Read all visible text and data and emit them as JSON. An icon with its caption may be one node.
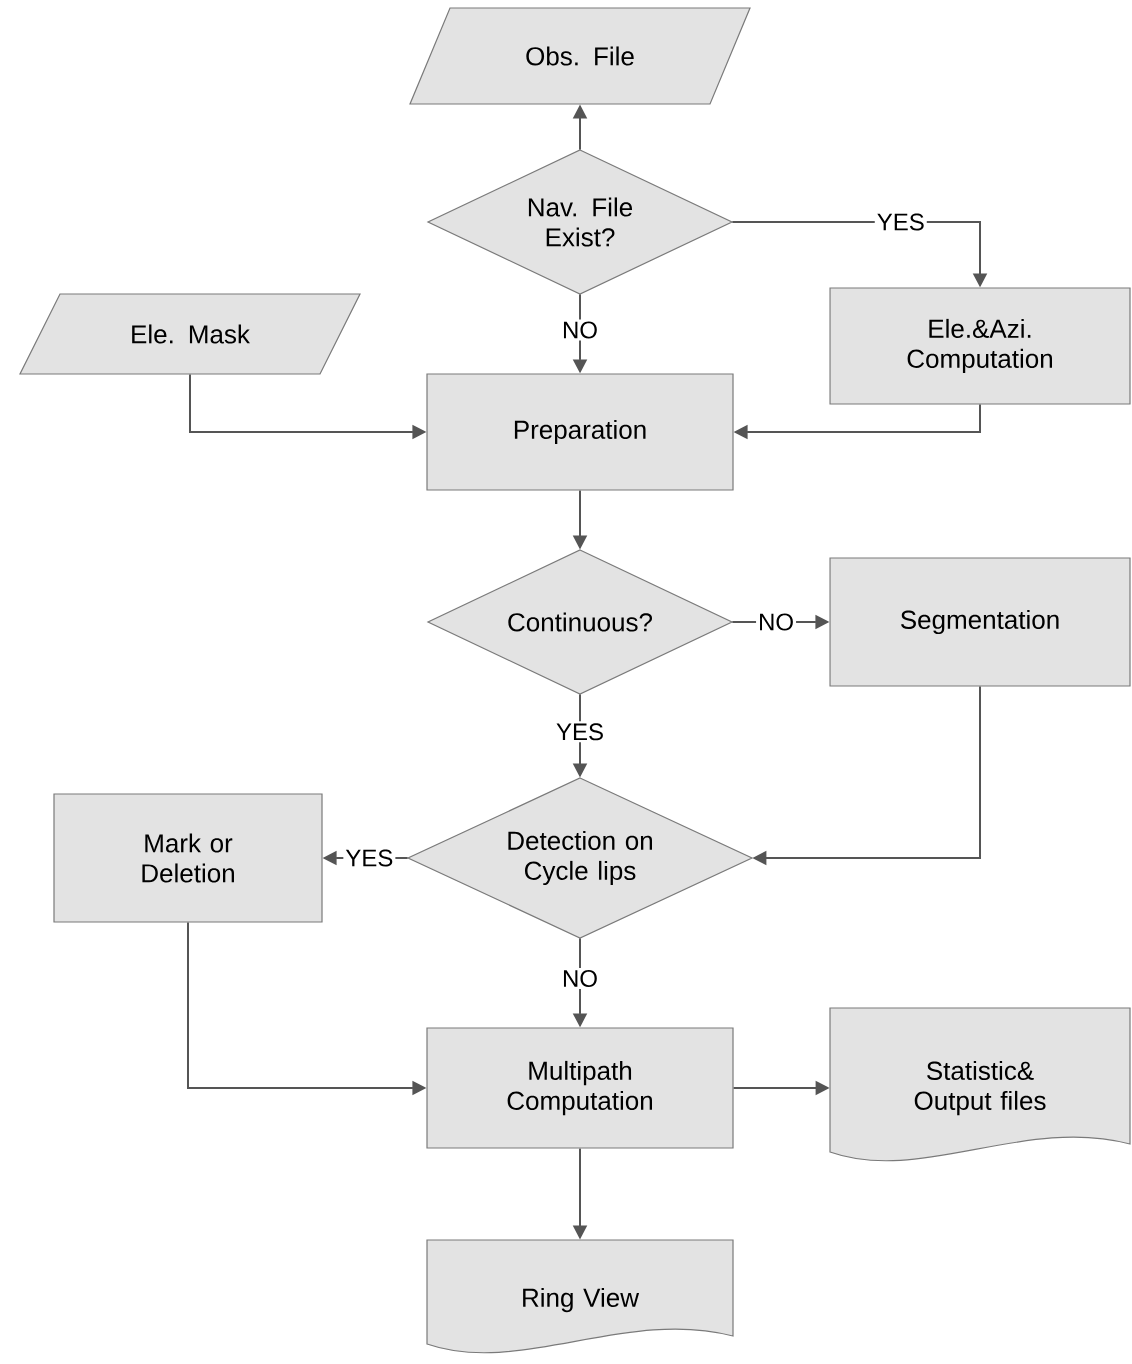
{
  "diagram": {
    "nodes": [
      {
        "text": [
          "Obs. File"
        ]
      },
      {
        "text": [
          "Nav. File Exist?"
        ]
      },
      {
        "text": [
          "Ele. Mask"
        ]
      },
      {
        "text": [
          "Ele.&Azi. Computation"
        ]
      },
      {
        "text": [
          "Preparation"
        ]
      },
      {
        "text": [
          "Continuous?"
        ]
      },
      {
        "text": [
          "Segmentation"
        ]
      },
      {
        "text": [
          "Detection on Cycle lips"
        ]
      },
      {
        "text": [
          "Mark or Deletion"
        ]
      },
      {
        "text": [
          "Multipath Computation"
        ]
      },
      {
        "text": [
          "Statistic& Output files"
        ]
      },
      {
        "text": [
          "Ring View"
        ]
      }
    ],
    "edges": [
      {
        "from": 1,
        "to": 0,
        "arrow": "to"
      },
      {
        "from": 1,
        "to": 3,
        "arrow": "to",
        "label": "YES"
      },
      {
        "from": 2,
        "to": 4,
        "arrow": "to"
      },
      {
        "from": 3,
        "to": 4,
        "arrow": "to"
      },
      {
        "from": 1,
        "to": 4,
        "arrow": "to",
        "label": "NO"
      },
      {
        "from": 4,
        "to": 5,
        "arrow": "to"
      },
      {
        "from": 5,
        "to": 6,
        "arrow": "to",
        "label": "NO"
      },
      {
        "from": 5,
        "to": 7,
        "arrow": "to",
        "label": "YES"
      },
      {
        "from": 6,
        "to": 7,
        "arrow": "to"
      },
      {
        "from": 7,
        "to": 8,
        "arrow": "to",
        "label": "YES"
      },
      {
        "from": 7,
        "to": 9,
        "arrow": "to",
        "label": "NO"
      },
      {
        "from": 8,
        "to": 9,
        "arrow": "to"
      },
      {
        "from": 9,
        "to": 10,
        "arrow": "to"
      },
      {
        "from": 9,
        "to": 11,
        "arrow": "to"
      }
    ]
  }
}
